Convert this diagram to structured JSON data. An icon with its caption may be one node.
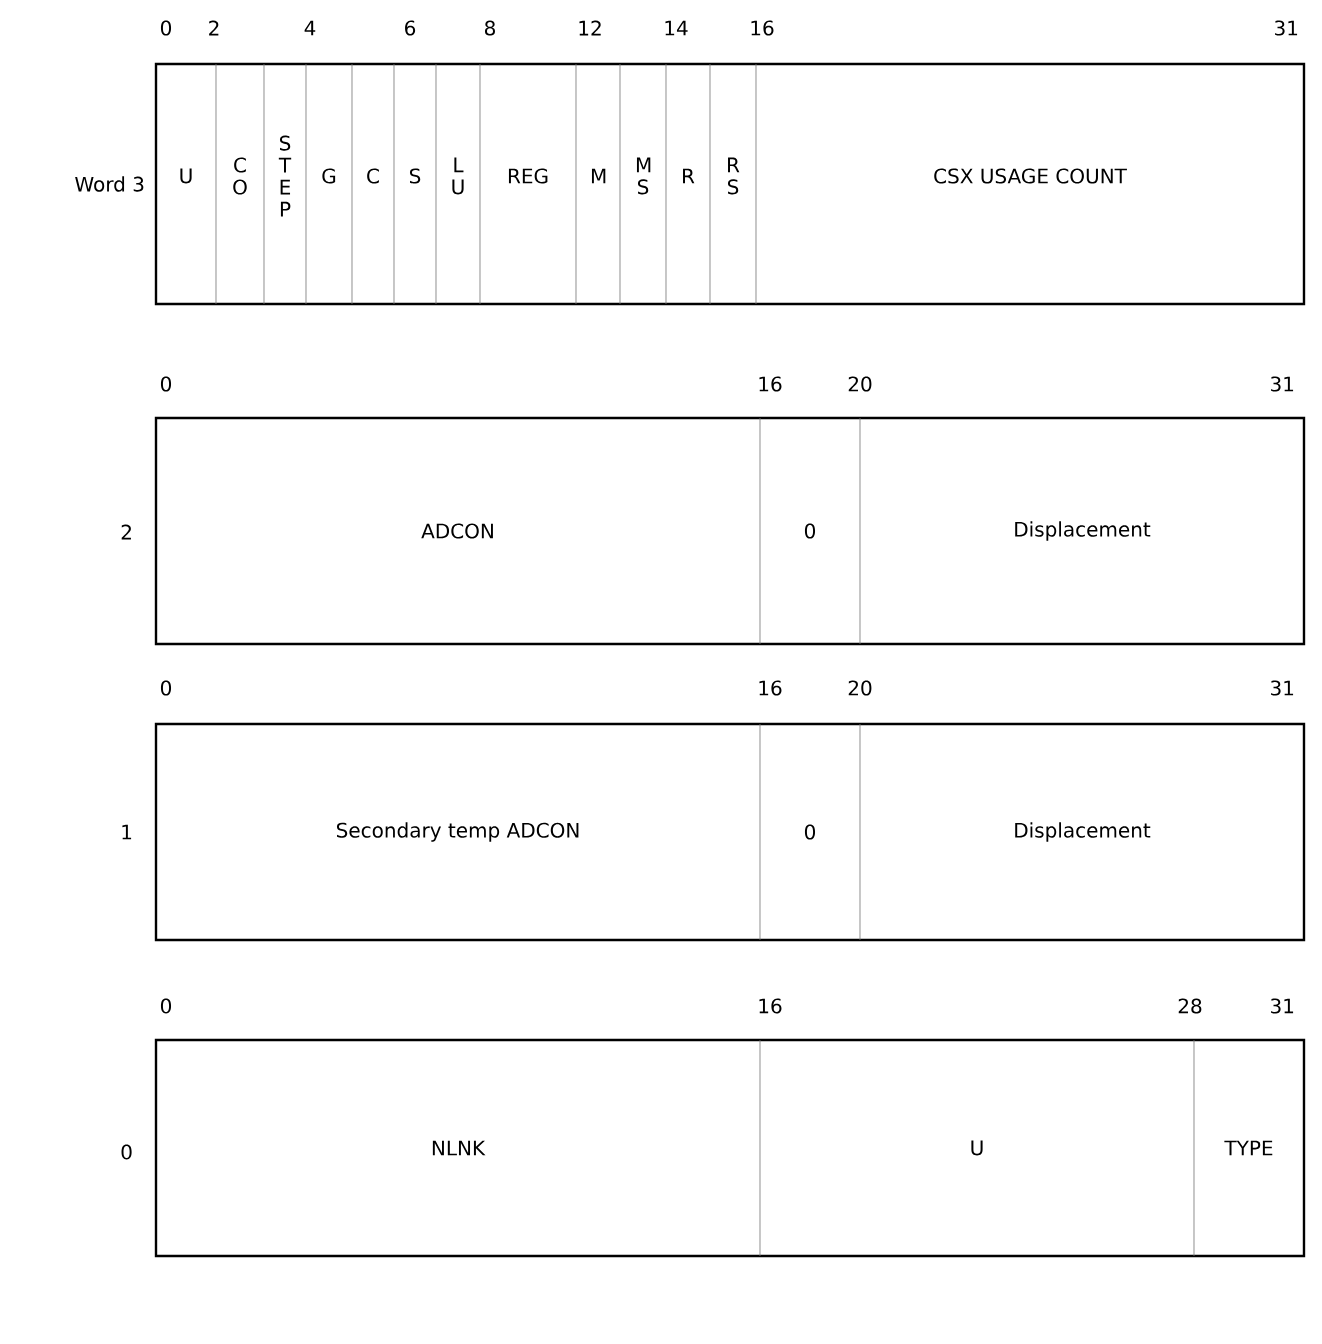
{
  "diagram": {
    "nodes": [
      {
        "text": [],
        "shape": "box",
        "beside": [
          "Word 3"
        ]
      },
      {
        "text": [
          "U"
        ],
        "in": 0
      },
      {
        "text": [
          "C O"
        ],
        "in": 0
      },
      {
        "text": [
          "S T E P"
        ],
        "in": 0
      },
      {
        "text": [
          "G"
        ],
        "in": 0
      },
      {
        "text": [
          "C"
        ],
        "in": 0
      },
      {
        "text": [
          "S"
        ],
        "in": 0
      },
      {
        "text": [
          "L U"
        ],
        "in": 0
      },
      {
        "text": [
          "REG"
        ],
        "in": 0
      },
      {
        "text": [
          "M"
        ],
        "in": 0
      },
      {
        "text": [
          "M S"
        ],
        "in": 0
      },
      {
        "text": [
          "R"
        ],
        "in": 0
      },
      {
        "text": [
          "R S"
        ],
        "in": 0
      },
      {
        "text": [
          "CSX USAGE COUNT"
        ],
        "in": 0
      },
      {
        "text": [],
        "shape": "box",
        "beside": [
          "2"
        ]
      },
      {
        "text": [
          "ADCON"
        ],
        "in": 14
      },
      {
        "text": [
          "0"
        ],
        "in": 14
      },
      {
        "text": [
          "Displacement"
        ],
        "in": 14
      },
      {
        "text": [],
        "shape": "box",
        "beside": [
          "1"
        ]
      },
      {
        "text": [
          "Secondary temp ADCON"
        ],
        "in": 18
      },
      {
        "text": [
          "0"
        ],
        "in": 18
      },
      {
        "text": [
          "Displacement"
        ],
        "in": 18
      },
      {
        "text": [],
        "shape": "box",
        "beside": [
          "0"
        ]
      },
      {
        "text": [
          "NLNK"
        ],
        "in": 22
      },
      {
        "text": [
          "U"
        ],
        "in": 22
      },
      {
        "text": [
          "TYPE"
        ],
        "in": 22
      }
    ],
    "labels": [
      "0",
      "2",
      "4",
      "6",
      "8",
      "12",
      "14",
      "16",
      "31",
      "0",
      "16",
      "20",
      "31",
      "0",
      "16",
      "20",
      "31",
      "0",
      "16",
      "28",
      "31"
    ]
  }
}
